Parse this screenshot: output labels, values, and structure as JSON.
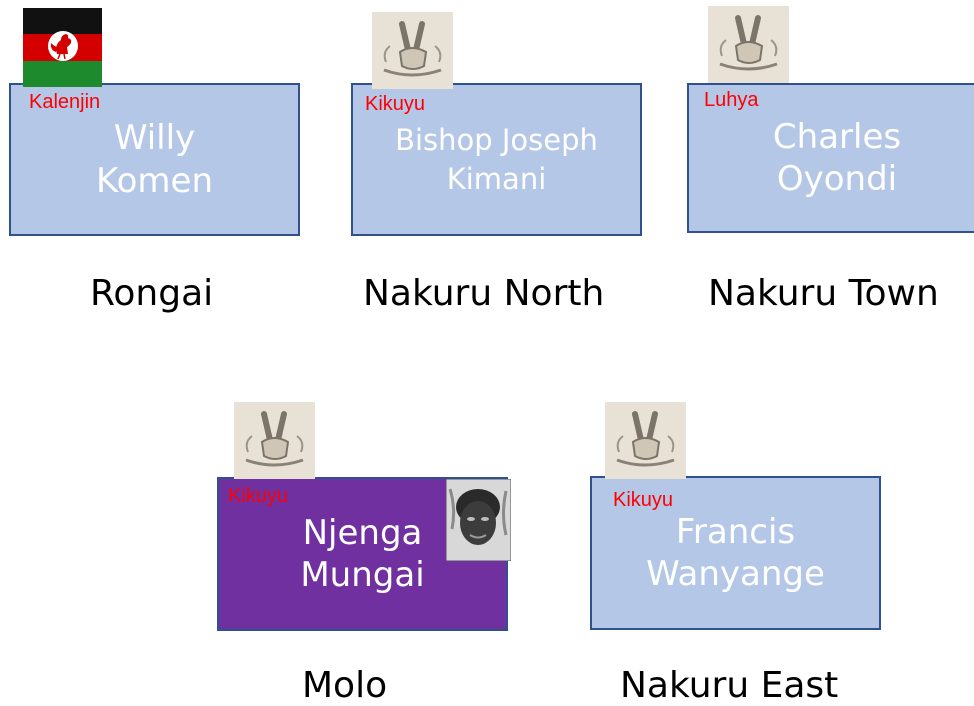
{
  "candidates": [
    {
      "name_line1": "Willy",
      "name_line2": "Komen",
      "ethnicity": "Kalenjin",
      "constituency": "Rongai",
      "party_symbol": "kanu-rooster-flag-icon",
      "card_color": "#b4c7e7"
    },
    {
      "name_line1": "Bishop Joseph",
      "name_line2": "Kimani",
      "ethnicity": "Kikuyu",
      "constituency": "Nakuru North",
      "party_symbol": "v-sign-hand-icon",
      "card_color": "#b4c7e7"
    },
    {
      "name_line1": "Charles",
      "name_line2": "Oyondi",
      "ethnicity": "Luhya",
      "constituency": "Nakuru Town",
      "party_symbol": "v-sign-hand-icon",
      "card_color": "#b4c7e7"
    },
    {
      "name_line1": "Njenga",
      "name_line2": "Mungai",
      "ethnicity": "Kikuyu",
      "constituency": "Molo",
      "party_symbol": "v-sign-hand-icon",
      "card_color": "#7030a0",
      "has_portrait": true
    },
    {
      "name_line1": "Francis",
      "name_line2": "Wanyange",
      "ethnicity": "Kikuyu",
      "constituency": "Nakuru East",
      "party_symbol": "v-sign-hand-icon",
      "card_color": "#b4c7e7"
    }
  ],
  "colors": {
    "card_fill": "#b4c7e7",
    "card_border": "#2f528f",
    "highlight_fill": "#7030a0",
    "ethnicity_label": "#ff0000",
    "name_text": "#ffffff"
  }
}
